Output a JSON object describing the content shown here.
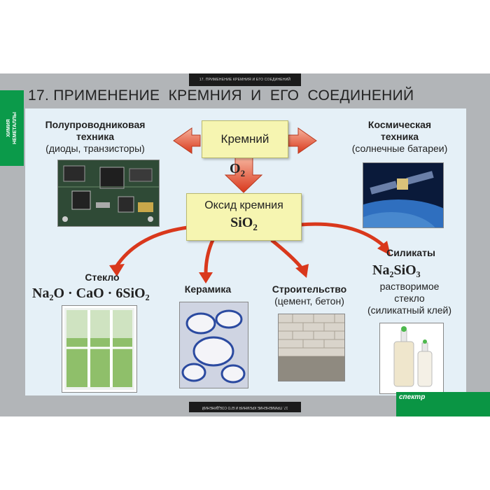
{
  "header": {
    "tab_text": "17. ПРИМЕНЕНИЕ КРЕМНИЯ И ЕГО СОЕДИНЕНИЙ",
    "title": "17. ПРИМЕНЕНИЕ  КРЕМНИЯ  И  ЕГО  СОЕДИНЕНИЙ",
    "side_tab": "ХИМИЯ\nНЕМЕТАЛЛЫ"
  },
  "diagram": {
    "silicon_box": "Кремний",
    "reagent": "O",
    "reagent_sub": "2",
    "oxide_label": "Оксид кремния",
    "oxide_formula": "SiO",
    "oxide_formula_sub": "2"
  },
  "applications": {
    "semiconductors": {
      "title": "Полупроводниковая\nтехника",
      "note": "(диоды, транзисторы)"
    },
    "space": {
      "title": "Космическая\nтехника",
      "note": "(солнечные батареи)"
    },
    "glass": {
      "title": "Стекло",
      "formula": "Na₂O · CaO · 6SiO₂"
    },
    "ceramics": {
      "title": "Керамика"
    },
    "construction": {
      "title": "Строительство",
      "note": "(цемент, бетон)"
    },
    "silicates": {
      "title": "Силикаты",
      "formula": "Na₂SiO₃",
      "note": "растворимое\nстекло\n(силикатный клей)"
    }
  },
  "footer": {
    "tab_text": "17. ПРИМЕНЕНИЕ КРЕМНИЯ И ЕГО СОЕДИНЕНИЙ",
    "brand": "спектр"
  },
  "colors": {
    "arrow": "#d9381c",
    "box_fill": "#f6f5b1",
    "board": "#e5f0f7",
    "side_tab": "#0b9a4a"
  }
}
